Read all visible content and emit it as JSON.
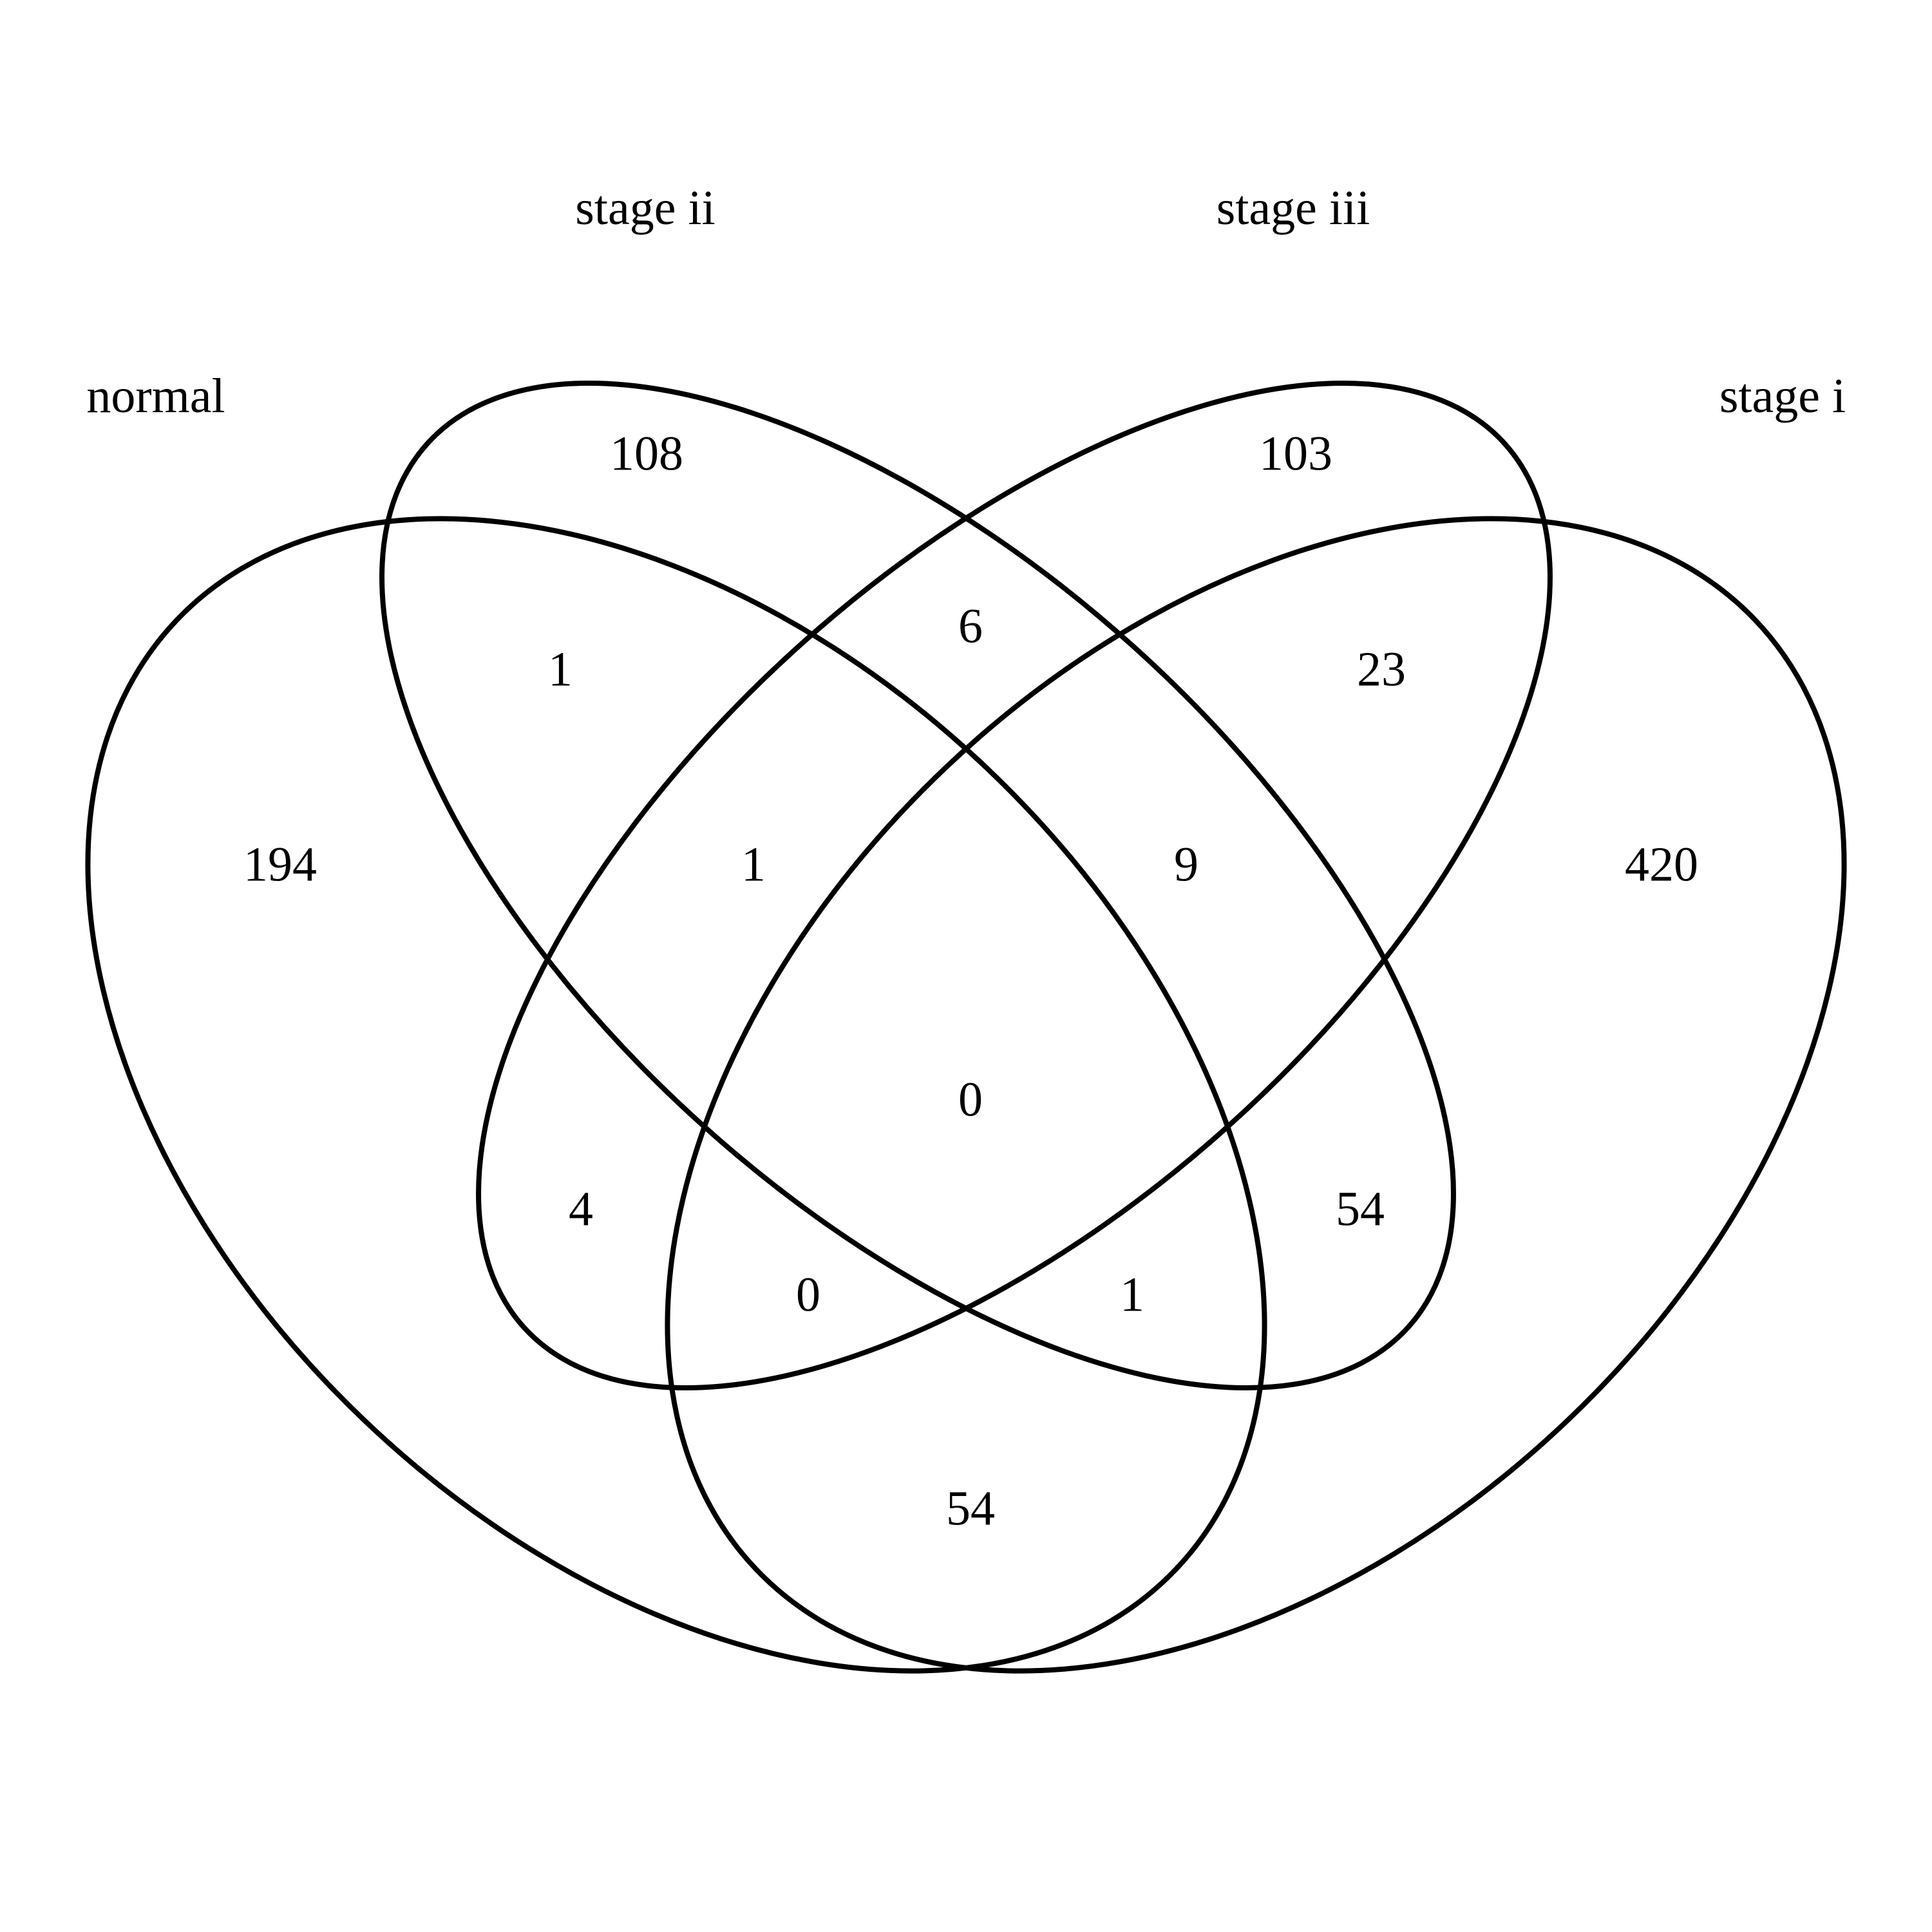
{
  "diagram": {
    "type": "venn-4",
    "sets": [
      {
        "key": "normal",
        "label": "normal"
      },
      {
        "key": "stage_ii",
        "label": "stage ii"
      },
      {
        "key": "stage_iii",
        "label": "stage iii"
      },
      {
        "key": "stage_i",
        "label": "stage i"
      }
    ],
    "regions": {
      "normal_only": "194",
      "stage_ii_only": "108",
      "stage_iii_only": "103",
      "stage_i_only": "420",
      "normal_stage_ii": "1",
      "stage_ii_stage_iii": "6",
      "stage_iii_stage_i": "23",
      "normal_stage_iii": "4",
      "stage_ii_stage_i": "54",
      "normal_stage_i": "54",
      "normal_stage_ii_stage_iii": "1",
      "stage_ii_stage_iii_stage_i": "9",
      "normal_stage_ii_stage_i": "0",
      "normal_stage_iii_stage_i": "1",
      "all_four": "0"
    },
    "colors": {
      "stroke": "#000000",
      "text": "#000000",
      "background": "#ffffff"
    }
  }
}
